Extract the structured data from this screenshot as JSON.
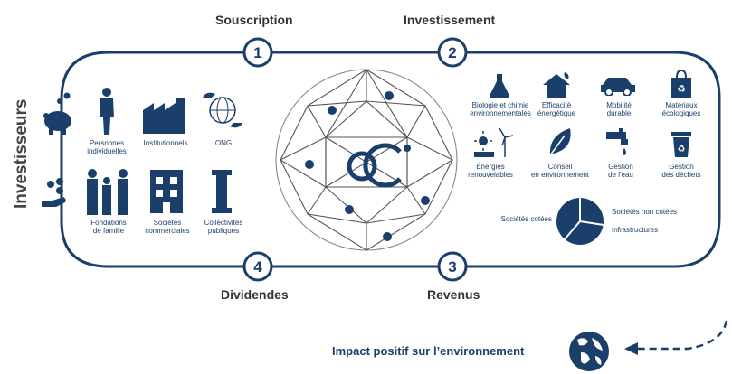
{
  "colors": {
    "primary": "#1b3f6b",
    "globe_node": "#1b3f6b",
    "text_dark": "#333333"
  },
  "side_label": "Investisseurs",
  "steps": [
    {
      "number": "1",
      "label": "Souscription"
    },
    {
      "number": "2",
      "label": "Investissement"
    },
    {
      "number": "3",
      "label": "Revenus"
    },
    {
      "number": "4",
      "label": "Dividendes"
    }
  ],
  "investors": [
    {
      "icon": "person-icon",
      "label": "Personnes\nindividuelles"
    },
    {
      "icon": "factory-icon",
      "label": "Institutionnels"
    },
    {
      "icon": "globe-hands-icon",
      "label": "ONG"
    },
    {
      "icon": "family-icon",
      "label": "Fondations\nde famille"
    },
    {
      "icon": "building-icon",
      "label": "Sociétés\ncommerciales"
    },
    {
      "icon": "column-icon",
      "label": "Collectivités\npubliques"
    }
  ],
  "sectors": [
    {
      "icon": "flask-icon",
      "label": "Biologie et chimie\nenvironnementales"
    },
    {
      "icon": "house-leaf-icon",
      "label": "Efficacité\nénergétique"
    },
    {
      "icon": "car-icon",
      "label": "Mobilité\ndurable"
    },
    {
      "icon": "recycle-bag-icon",
      "label": "Matériaux\nécologiques"
    },
    {
      "icon": "sun-wind-icon",
      "label": "Énergies\nrenouvelables"
    },
    {
      "icon": "leaf-icon",
      "label": "Conseil\nen environnement"
    },
    {
      "icon": "faucet-icon",
      "label": "Gestion\nde l'eau"
    },
    {
      "icon": "recycle-bin-icon",
      "label": "Gestion\ndes déchets"
    }
  ],
  "pie": {
    "left_label": "Sociétés cotées",
    "right_labels": [
      "Sociétés non cotées",
      "Infrastructures"
    ]
  },
  "impact": "Impact positif sur l’environnement"
}
